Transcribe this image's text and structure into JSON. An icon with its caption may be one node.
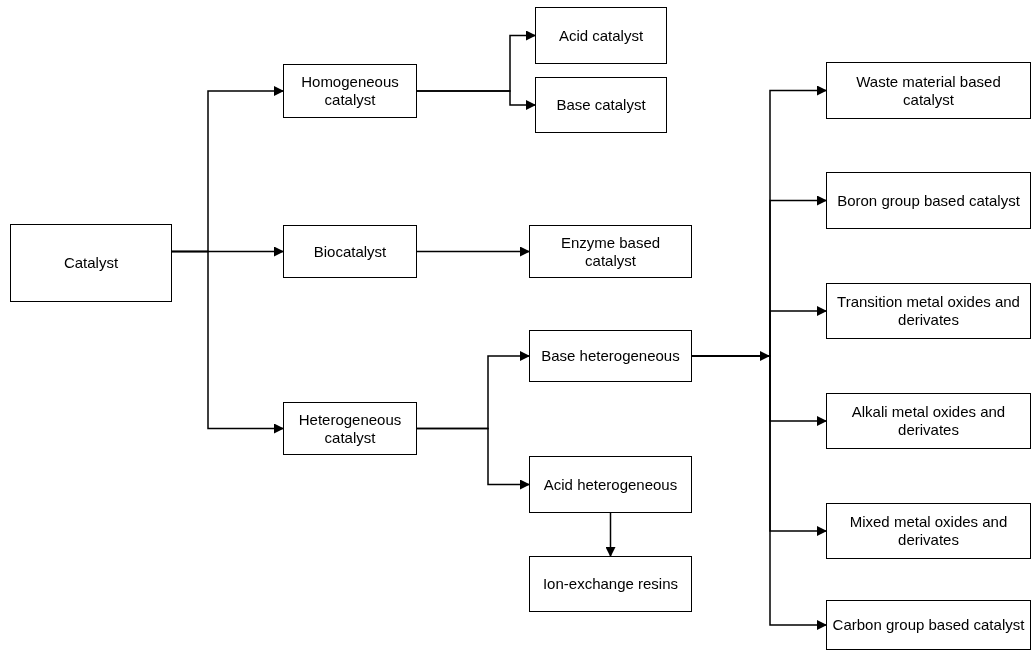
{
  "diagram": {
    "nodes": [
      {
        "text": [
          "Catalyst"
        ]
      },
      {
        "text": [
          "Homogeneous catalyst"
        ]
      },
      {
        "text": [
          "Acid catalyst"
        ]
      },
      {
        "text": [
          "Base catalyst"
        ]
      },
      {
        "text": [
          "Biocatalyst"
        ]
      },
      {
        "text": [
          "Enzyme based catalyst"
        ]
      },
      {
        "text": [
          "Heterogeneous catalyst"
        ]
      },
      {
        "text": [
          "Base heterogeneous"
        ]
      },
      {
        "text": [
          "Acid heterogeneous"
        ]
      },
      {
        "text": [
          "Ion-exchange resins"
        ]
      },
      {
        "text": [
          "Waste material based catalyst"
        ]
      },
      {
        "text": [
          "Boron group based catalyst"
        ]
      },
      {
        "text": [
          "Transition metal oxides and derivates"
        ]
      },
      {
        "text": [
          "Alkali metal oxides and derivates"
        ]
      },
      {
        "text": [
          "Mixed metal oxides and derivates"
        ]
      },
      {
        "text": [
          "Carbon group based catalyst"
        ]
      }
    ],
    "edges": [
      {
        "from": 0,
        "to": 1,
        "arrow": "to"
      },
      {
        "from": 0,
        "to": 4,
        "arrow": "to"
      },
      {
        "from": 0,
        "to": 6,
        "arrow": "to"
      },
      {
        "from": 1,
        "to": 2,
        "arrow": "to"
      },
      {
        "from": 1,
        "to": 3,
        "arrow": "to"
      },
      {
        "from": 4,
        "to": 5,
        "arrow": "to"
      },
      {
        "from": 6,
        "to": 7,
        "arrow": "to"
      },
      {
        "from": 6,
        "to": 8,
        "arrow": "to"
      },
      {
        "from": 8,
        "to": 9,
        "arrow": "to"
      },
      {
        "from": 7,
        "to": 10,
        "arrow": "to"
      },
      {
        "from": 7,
        "to": 11,
        "arrow": "to"
      },
      {
        "from": 7,
        "to": 12,
        "arrow": "to"
      },
      {
        "from": 7,
        "to": 13,
        "arrow": "to"
      },
      {
        "from": 7,
        "to": 14,
        "arrow": "to"
      },
      {
        "from": 7,
        "to": 15,
        "arrow": "to"
      }
    ]
  }
}
